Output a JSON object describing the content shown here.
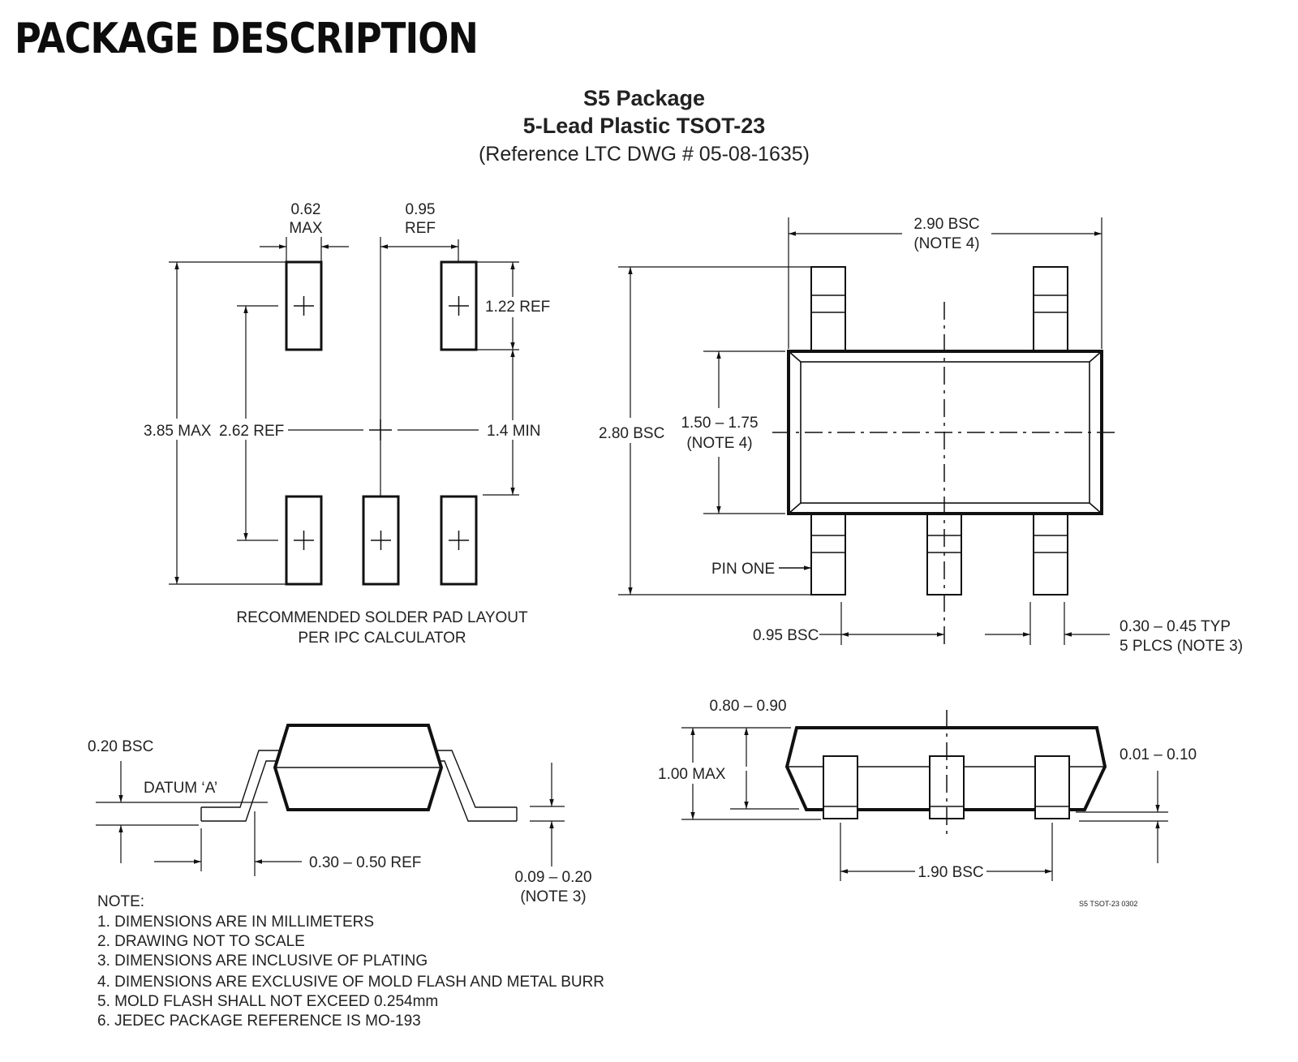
{
  "page_title": "PACKAGE DESCRIPTION",
  "header": {
    "line1": "S5 Package",
    "line2": "5-Lead Plastic TSOT-23",
    "line3": "(Reference LTC DWG # 05-08-1635)"
  },
  "pad_layout": {
    "caption_line1": "RECOMMENDED SOLDER PAD LAYOUT",
    "caption_line2": "PER IPC CALCULATOR",
    "dim_062_a": "0.62",
    "dim_062_b": "MAX",
    "dim_095_a": "0.95",
    "dim_095_b": "REF",
    "dim_122": "1.22 REF",
    "dim_385": "3.85 MAX",
    "dim_262": "2.62 REF",
    "dim_14": "1.4 MIN"
  },
  "top_view": {
    "dim_290_a": "2.90 BSC",
    "dim_290_b": "(NOTE 4)",
    "dim_280": "2.80 BSC",
    "dim_150_a": "1.50 – 1.75",
    "dim_150_b": "(NOTE 4)",
    "pin_one": "PIN ONE",
    "dim_095": "0.95 BSC",
    "dim_030_a": "0.30 – 0.45 TYP",
    "dim_030_b": "5 PLCS (NOTE 3)"
  },
  "side_view": {
    "dim_020": "0.20 BSC",
    "datum": "DATUM ‘A’",
    "dim_030_050": "0.30 – 0.50 REF",
    "dim_009_a": "0.09 – 0.20",
    "dim_009_b": "(NOTE 3)"
  },
  "end_view": {
    "dim_080": "0.80 – 0.90",
    "dim_100": "1.00 MAX",
    "dim_001": "0.01 – 0.10",
    "dim_190": "1.90 BSC",
    "code": "S5 TSOT-23 0302"
  },
  "notes": {
    "heading": "NOTE:",
    "items": [
      "1. DIMENSIONS ARE IN MILLIMETERS",
      "2. DRAWING NOT TO SCALE",
      "3. DIMENSIONS ARE INCLUSIVE OF PLATING",
      "4. DIMENSIONS ARE EXCLUSIVE OF MOLD FLASH AND METAL BURR",
      "5. MOLD FLASH SHALL NOT EXCEED 0.254mm",
      "6. JEDEC PACKAGE REFERENCE IS MO-193"
    ]
  }
}
